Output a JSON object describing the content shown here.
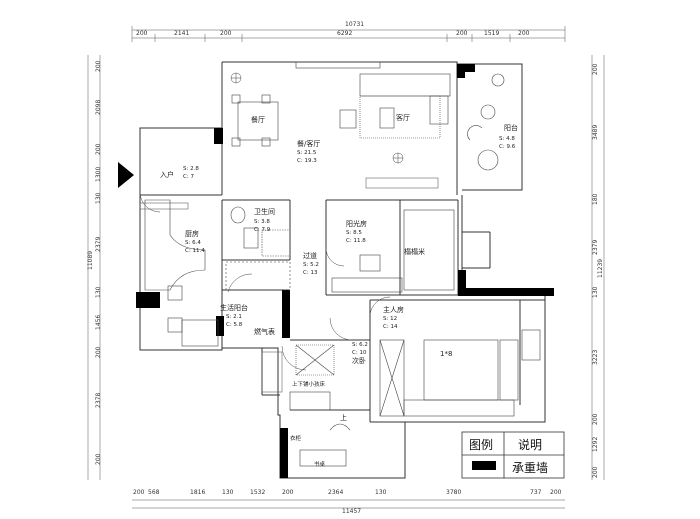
{
  "dimensions": {
    "top_total": "10731",
    "top": [
      "200",
      "2141",
      "200",
      "6292",
      "200",
      "1519",
      "200"
    ],
    "bottom_total": "11457",
    "bottom": [
      "200",
      "568",
      "1816",
      "130",
      "1532",
      "200",
      "2364",
      "130",
      "3780",
      "737",
      "200"
    ],
    "left_total": "11089",
    "left": [
      "200",
      "2098",
      "200",
      "1300",
      "130",
      "2379",
      "130",
      "1456",
      "200",
      "2378",
      "200"
    ],
    "right_total": "11239",
    "right": [
      "200",
      "3489",
      "180",
      "2379",
      "130",
      "3223",
      "200",
      "1292",
      "200"
    ]
  },
  "rooms": {
    "dining": "餐厅",
    "living": "客厅",
    "dining_living": {
      "name": "餐/客厅",
      "s": "S: 21.5",
      "c": "C: 19.3"
    },
    "balcony": {
      "name": "阳台",
      "s": "S: 4.8",
      "c": "C: 9.6"
    },
    "entry": {
      "name": "入户",
      "s": "S: 2.8",
      "c": "C: 7"
    },
    "bathroom": {
      "name": "卫生间",
      "s": "S: 3.8",
      "c": "C: 7.9"
    },
    "kitchen": {
      "name": "厨房",
      "s": "S: 6.4",
      "c": "C: 11.4"
    },
    "sunroom": {
      "name": "阳光房",
      "s": "S: 8.5",
      "c": "C: 11.8"
    },
    "tatami": "榻榻米",
    "corridor": {
      "name": "过道",
      "s": "S: 5.2",
      "c": "C: 13"
    },
    "utility": {
      "name": "生活阳台",
      "s": "S: 2.1",
      "c": "C: 5.8"
    },
    "gas_meter": "燃气表",
    "master": {
      "name": "主人房",
      "s": "S: 12",
      "c": "C: 14"
    },
    "second": {
      "s": "S: 6.2",
      "c": "C: 10",
      "name": "次卧"
    },
    "bunk": "上下铺小孩床",
    "up_mark": "上",
    "bed_mark": "1*8",
    "desk_mark": "书桌",
    "cabinet_mark": "衣柜"
  },
  "legend": {
    "title": "图例",
    "desc": "说明",
    "item": "承重墙"
  }
}
